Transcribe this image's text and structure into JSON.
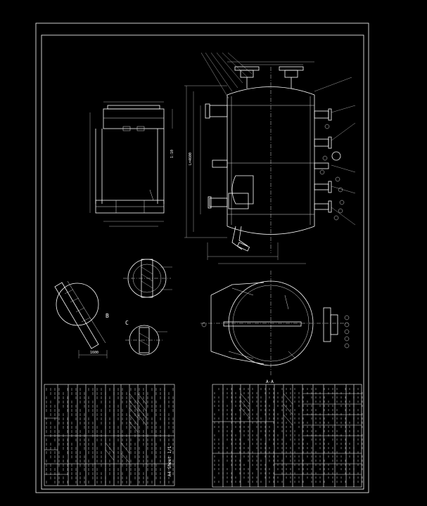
{
  "drawing": {
    "background": "#000000",
    "line_color": "#ffffff",
    "title_block_label": "A4 Sheet 1/1",
    "side_label_bottom": "A-A",
    "section_label_left": "B",
    "section_label_mid": "C",
    "scale_note": "1:10",
    "rotated_note": "L=4600",
    "bottom_dim_label": "1600"
  }
}
